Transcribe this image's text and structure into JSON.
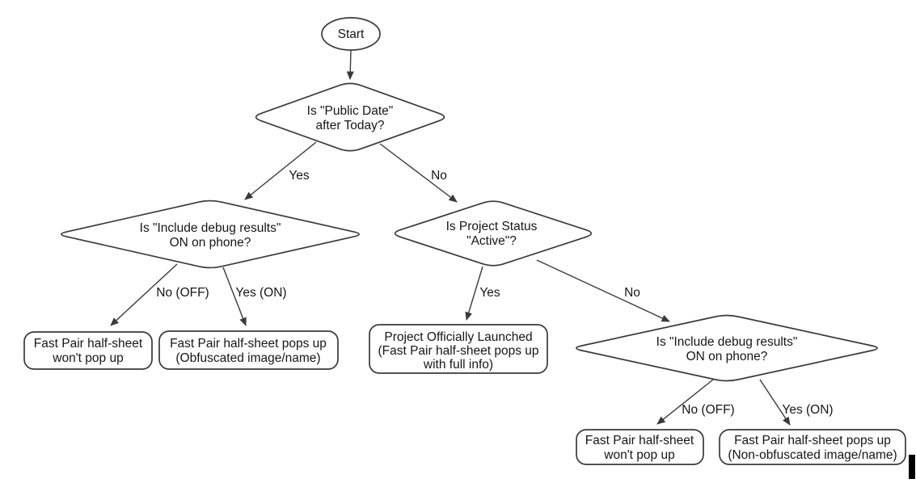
{
  "diagram": {
    "colors": {
      "background": "#ffffff",
      "stroke": "#3a3a3a",
      "text": "#161616",
      "cursor_bar": "#000000"
    },
    "nodes": {
      "start": {
        "type": "terminator",
        "label": "Start"
      },
      "public_date": {
        "type": "decision",
        "line1": "Is \"Public Date\"",
        "line2": "after Today?"
      },
      "debug_left": {
        "type": "decision",
        "line1": "Is \"Include debug results\"",
        "line2": "ON on phone?"
      },
      "project_status": {
        "type": "decision",
        "line1": "Is Project Status",
        "line2": "\"Active\"?"
      },
      "debug_right": {
        "type": "decision",
        "line1": "Is \"Include debug results\"",
        "line2": "ON on phone?"
      },
      "no_popup_left": {
        "type": "result",
        "line1": "Fast Pair half-sheet",
        "line2": "won't pop up"
      },
      "obfuscated_popup": {
        "type": "result",
        "line1": "Fast Pair half-sheet pops up",
        "line2": "(Obfuscated image/name)"
      },
      "launched": {
        "type": "result",
        "line1": "Project Officially Launched",
        "line2": "(Fast Pair half-sheet pops up",
        "line3": "with full info)"
      },
      "no_popup_right": {
        "type": "result",
        "line1": "Fast Pair half-sheet",
        "line2": "won't pop up"
      },
      "non_obfuscated_popup": {
        "type": "result",
        "line1": "Fast Pair half-sheet pops up",
        "line2": "(Non-obfuscated image/name)"
      }
    },
    "edge_labels": {
      "public_date_yes": "Yes",
      "public_date_no": "No",
      "debug_left_no": "No (OFF)",
      "debug_left_yes": "Yes (ON)",
      "project_status_yes": "Yes",
      "project_status_no": "No",
      "debug_right_no": "No (OFF)",
      "debug_right_yes": "Yes (ON)"
    }
  }
}
